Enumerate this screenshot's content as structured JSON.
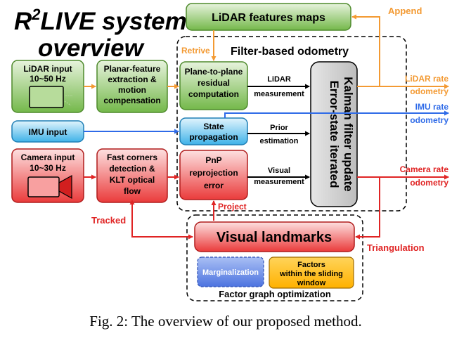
{
  "title": {
    "line1": "R",
    "sup": "2",
    "line1_rest": "LIVE system",
    "line2": "overview"
  },
  "groups": {
    "filter_odometry": "Filter-based odometry",
    "factor_graph": "Factor graph optimization"
  },
  "nodes": {
    "lidar_maps": "LiDAR features maps",
    "lidar_input": [
      "LiDAR input",
      "10~50 Hz"
    ],
    "planar_extraction": [
      "Planar-feature",
      "extraction &",
      "motion",
      "compensation"
    ],
    "plane_residual": [
      "Plane-to-plane",
      "residual",
      "computation"
    ],
    "imu_input": "IMU input",
    "state_propagation": [
      "State",
      "propagation"
    ],
    "camera_input": [
      "Camera input",
      "10~30 Hz"
    ],
    "fast_corners": [
      "Fast corners",
      "detection &",
      "KLT optical",
      "flow"
    ],
    "pnp_error": [
      "PnP",
      "reprojection",
      "error"
    ],
    "eskf_update": [
      "Error-state iterated",
      "Kalman filter update"
    ],
    "visual_landmarks": "Visual landmarks",
    "marginalization": "Marginalization",
    "factors_window": [
      "Factors",
      "within the sliding",
      "window"
    ]
  },
  "edge_labels": {
    "append": "Append",
    "retrive": "Retrive",
    "lidar_measurement": [
      "LiDAR",
      "measurement"
    ],
    "prior_estimation": [
      "Prior",
      "estimation"
    ],
    "visual_measurement": [
      "Visual",
      "measurement"
    ],
    "project": "Project",
    "tracked": "Tracked",
    "triangulation": "Triangulation"
  },
  "outputs": {
    "lidar_rate": [
      "LiDAR rate",
      "odometry"
    ],
    "imu_rate": [
      "IMU rate",
      "odometry"
    ],
    "camera_rate": [
      "Camera rate",
      "odometry"
    ]
  },
  "caption": "Fig. 2: The overview of our proposed method.",
  "colors": {
    "lidar": "#f39a33",
    "imu": "#2f6be8",
    "camera": "#e02424",
    "black": "#000000",
    "green_box": "#a9d18e",
    "blue_box": "#8fd0f3",
    "red_box": "#f26d6d",
    "grey_box": "#c9c9c9",
    "marg_box": "#6e8fe8",
    "factors_box": "#ffc000"
  }
}
